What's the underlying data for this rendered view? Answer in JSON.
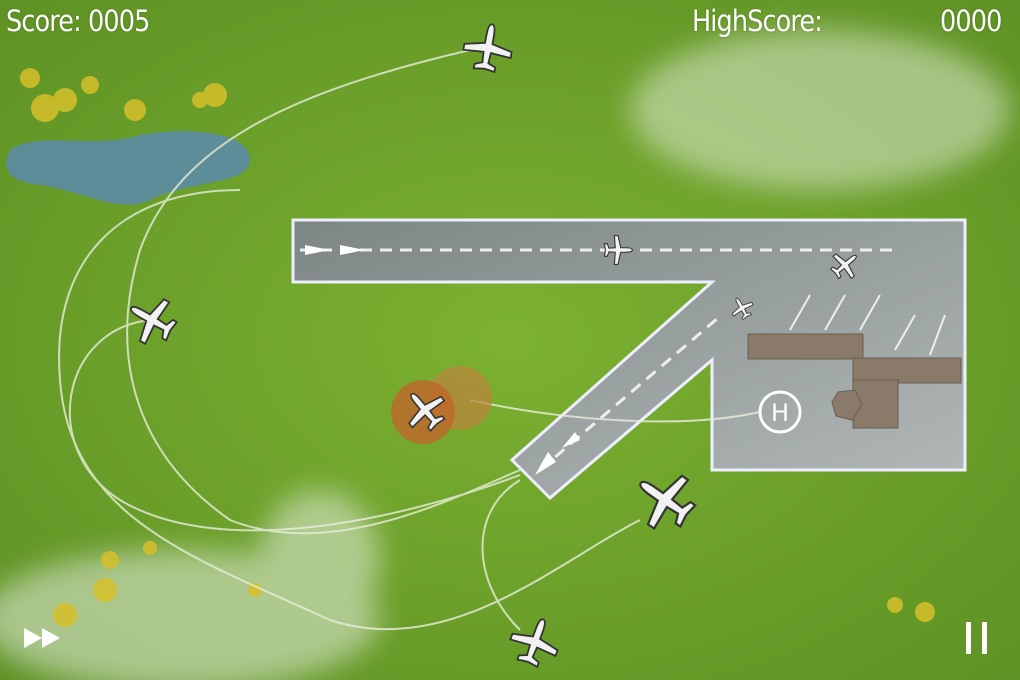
{
  "hud": {
    "score_label": "Score: 0005",
    "highscore_label": "HighScore:",
    "highscore_value": "0000"
  },
  "airfield": {
    "helipad_label": "H"
  },
  "controls": {
    "fast_forward_icon": "fast-forward-icon",
    "pause_icon": "pause-icon"
  },
  "colors": {
    "grass": "#6fa52c",
    "runway": "#8e9596",
    "apron": "#a7aeae",
    "water": "#5a8aa6",
    "crash": "#c8502a"
  }
}
